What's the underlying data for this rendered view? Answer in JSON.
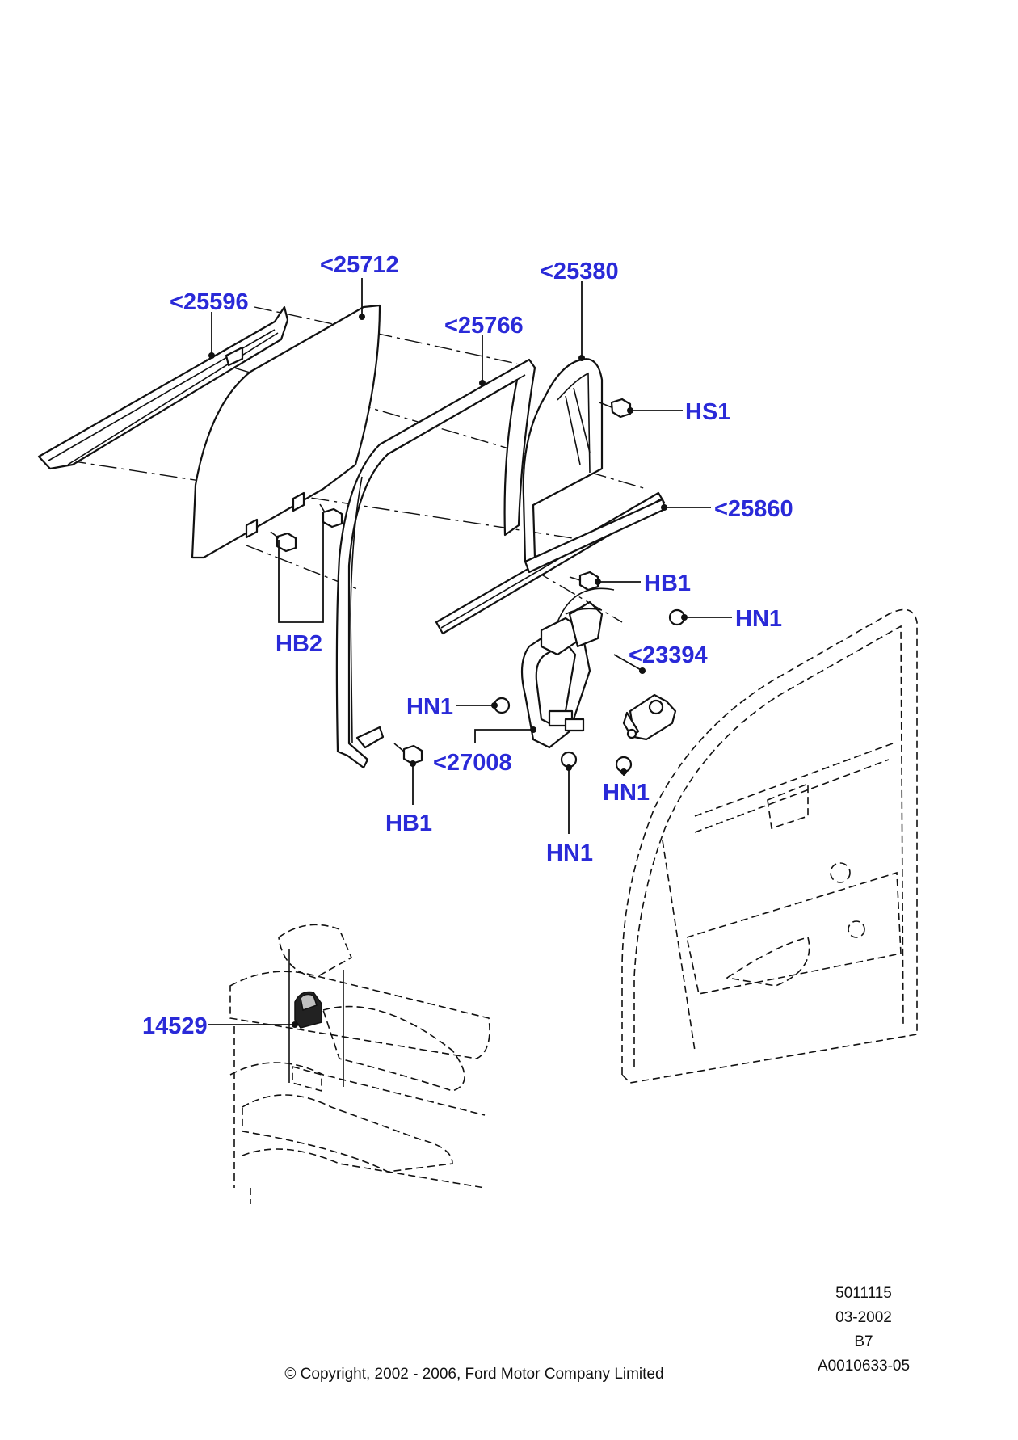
{
  "diagram": {
    "callouts": {
      "c25596": "<25596",
      "c25712": "<25712",
      "c25766": "<25766",
      "c25380": "<25380",
      "hs1": "HS1",
      "c25860": "<25860",
      "hb1_top": "HB1",
      "hn1_top": "HN1",
      "c23394": "<23394",
      "hb2": "HB2",
      "hn1_left": "HN1",
      "c27008": "<27008",
      "hn1_right": "HN1",
      "hb1_bottom": "HB1",
      "hn1_bottom": "HN1",
      "c14529": "14529"
    },
    "reference": {
      "number": "5011115",
      "date": "03-2002",
      "code": "B7",
      "drawing_id": "A0010633-05"
    },
    "copyright": "© Copyright, 2002 - 2006, Ford Motor Company Limited"
  },
  "colors": {
    "callout": "#2a2ad8",
    "line": "#111111",
    "background": "#ffffff"
  }
}
